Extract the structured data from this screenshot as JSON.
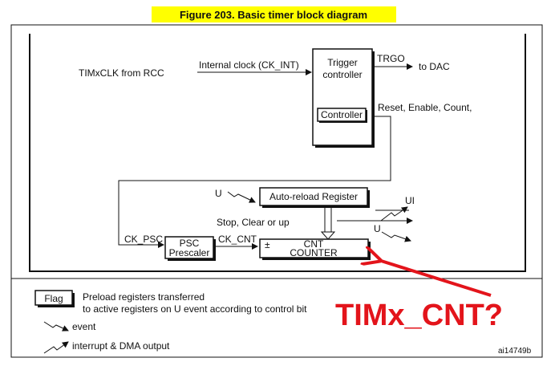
{
  "figure": {
    "title": "Figure 203. Basic timer block diagram"
  },
  "inputs": {
    "clock_source": "TIMxCLK from RCC",
    "internal_clock": "Internal clock (CK_INT)"
  },
  "trigger_controller": {
    "line1": "Trigger",
    "line2": "controller",
    "controller_label": "Controller"
  },
  "outputs": {
    "trgo": "TRGO",
    "to_dac": "to DAC",
    "reset_enable_count": "Reset, Enable, Count,"
  },
  "auto_reload": {
    "u_event": "U",
    "label": "Auto-reload Register"
  },
  "signals": {
    "ui": "UI",
    "stop_clear": "Stop, Clear or up",
    "u_out": "U",
    "ck_psc": "CK_PSC",
    "ck_cnt": "CK_CNT"
  },
  "psc": {
    "line1": "PSC",
    "line2": "Prescaler"
  },
  "cnt": {
    "line1": "CNT",
    "line2": "COUNTER",
    "pm": "±"
  },
  "legend": {
    "flag_label": "Flag",
    "flag_line1": "Preload registers transferred",
    "flag_line2": "to active registers on U event according to control bit",
    "event": "event",
    "interrupt": "interrupt & DMA output"
  },
  "annotation": {
    "text": "TIMx_CNT?",
    "color": "#e3141b"
  },
  "figure_id": "ai14749b"
}
